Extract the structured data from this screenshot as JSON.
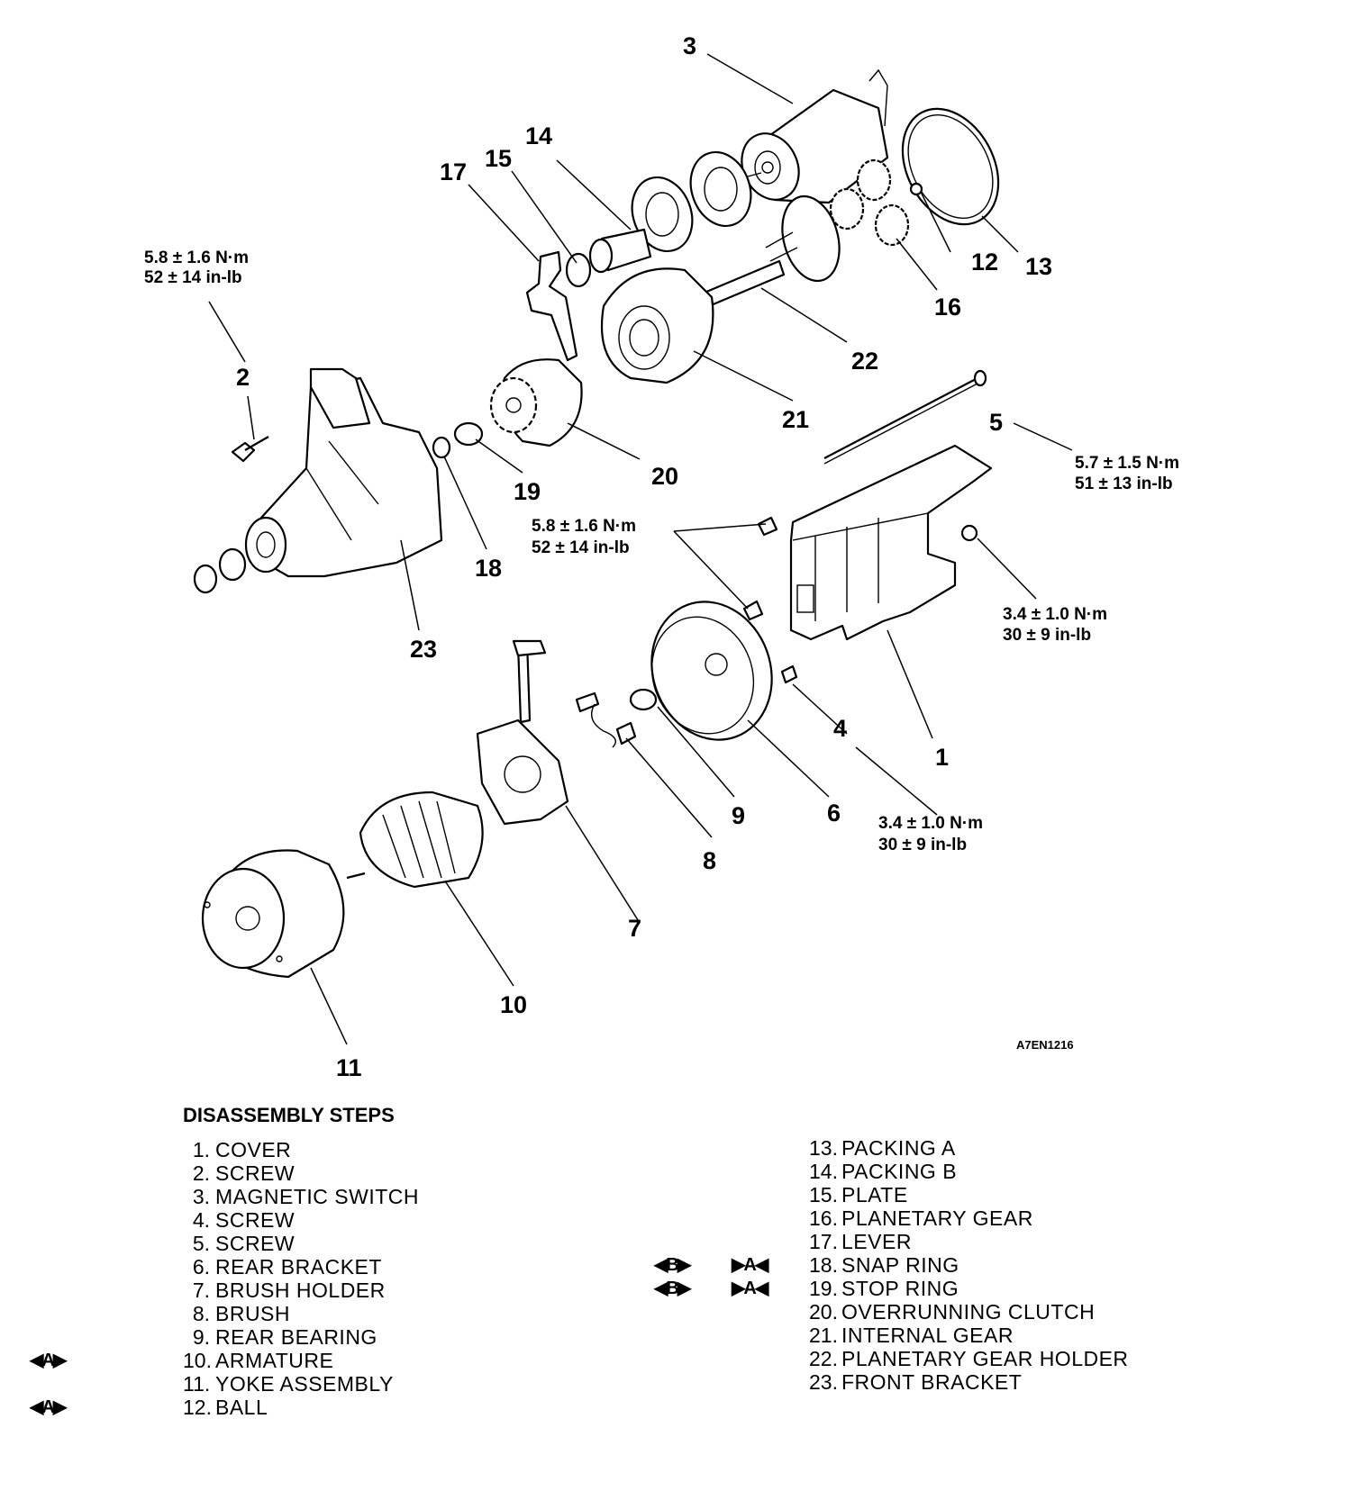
{
  "figure_id": "A7EN1216",
  "callouts": [
    "1",
    "2",
    "3",
    "4",
    "5",
    "6",
    "7",
    "8",
    "9",
    "10",
    "11",
    "12",
    "13",
    "14",
    "15",
    "16",
    "17",
    "18",
    "19",
    "20",
    "21",
    "22",
    "23"
  ],
  "torque_specs": {
    "screw_2": [
      "5.8 ± 1.6 N·m",
      "52 ± 14 in-lb"
    ],
    "screw_5": [
      "5.7 ± 1.5 N·m",
      "51 ± 13 in-lb"
    ],
    "bolts_mid": [
      "5.8 ± 1.6 N·m",
      "52 ± 14 in-lb"
    ],
    "bracket_nut": [
      "3.4 ± 1.0 N·m",
      "30 ± 9 in-lb"
    ],
    "screw_4": [
      "3.4 ± 1.0 N·m",
      "30 ± 9 in-lb"
    ]
  },
  "steps": {
    "title": "DISASSEMBLY STEPS",
    "left": [
      {
        "num": "1.",
        "label": "COVER"
      },
      {
        "num": "2.",
        "label": "SCREW"
      },
      {
        "num": "3.",
        "label": "MAGNETIC SWITCH"
      },
      {
        "num": "4.",
        "label": "SCREW"
      },
      {
        "num": "5.",
        "label": "SCREW"
      },
      {
        "num": "6.",
        "label": "REAR BRACKET"
      },
      {
        "num": "7.",
        "label": "BRUSH HOLDER"
      },
      {
        "num": "8.",
        "label": "BRUSH"
      },
      {
        "num": "9.",
        "label": "REAR BEARING"
      },
      {
        "num": "10.",
        "label": "ARMATURE",
        "marker": "◀A▶"
      },
      {
        "num": "11.",
        "label": "YOKE ASSEMBLY"
      },
      {
        "num": "12.",
        "label": "BALL",
        "marker": "◀A▶"
      }
    ],
    "right": [
      {
        "num": "13.",
        "label": "PACKING A"
      },
      {
        "num": "14.",
        "label": "PACKING B"
      },
      {
        "num": "15.",
        "label": "PLATE"
      },
      {
        "num": "16.",
        "label": "PLANETARY GEAR"
      },
      {
        "num": "17.",
        "label": "LEVER"
      },
      {
        "num": "18.",
        "label": "SNAP RING",
        "marker": "◀B▶",
        "marker2": "▶A◀"
      },
      {
        "num": "19.",
        "label": "STOP RING",
        "marker": "◀B▶",
        "marker2": "▶A◀"
      },
      {
        "num": "20.",
        "label": "OVERRUNNING CLUTCH"
      },
      {
        "num": "21.",
        "label": "INTERNAL GEAR"
      },
      {
        "num": "22.",
        "label": "PLANETARY GEAR HOLDER"
      },
      {
        "num": "23.",
        "label": "FRONT BRACKET"
      }
    ]
  }
}
